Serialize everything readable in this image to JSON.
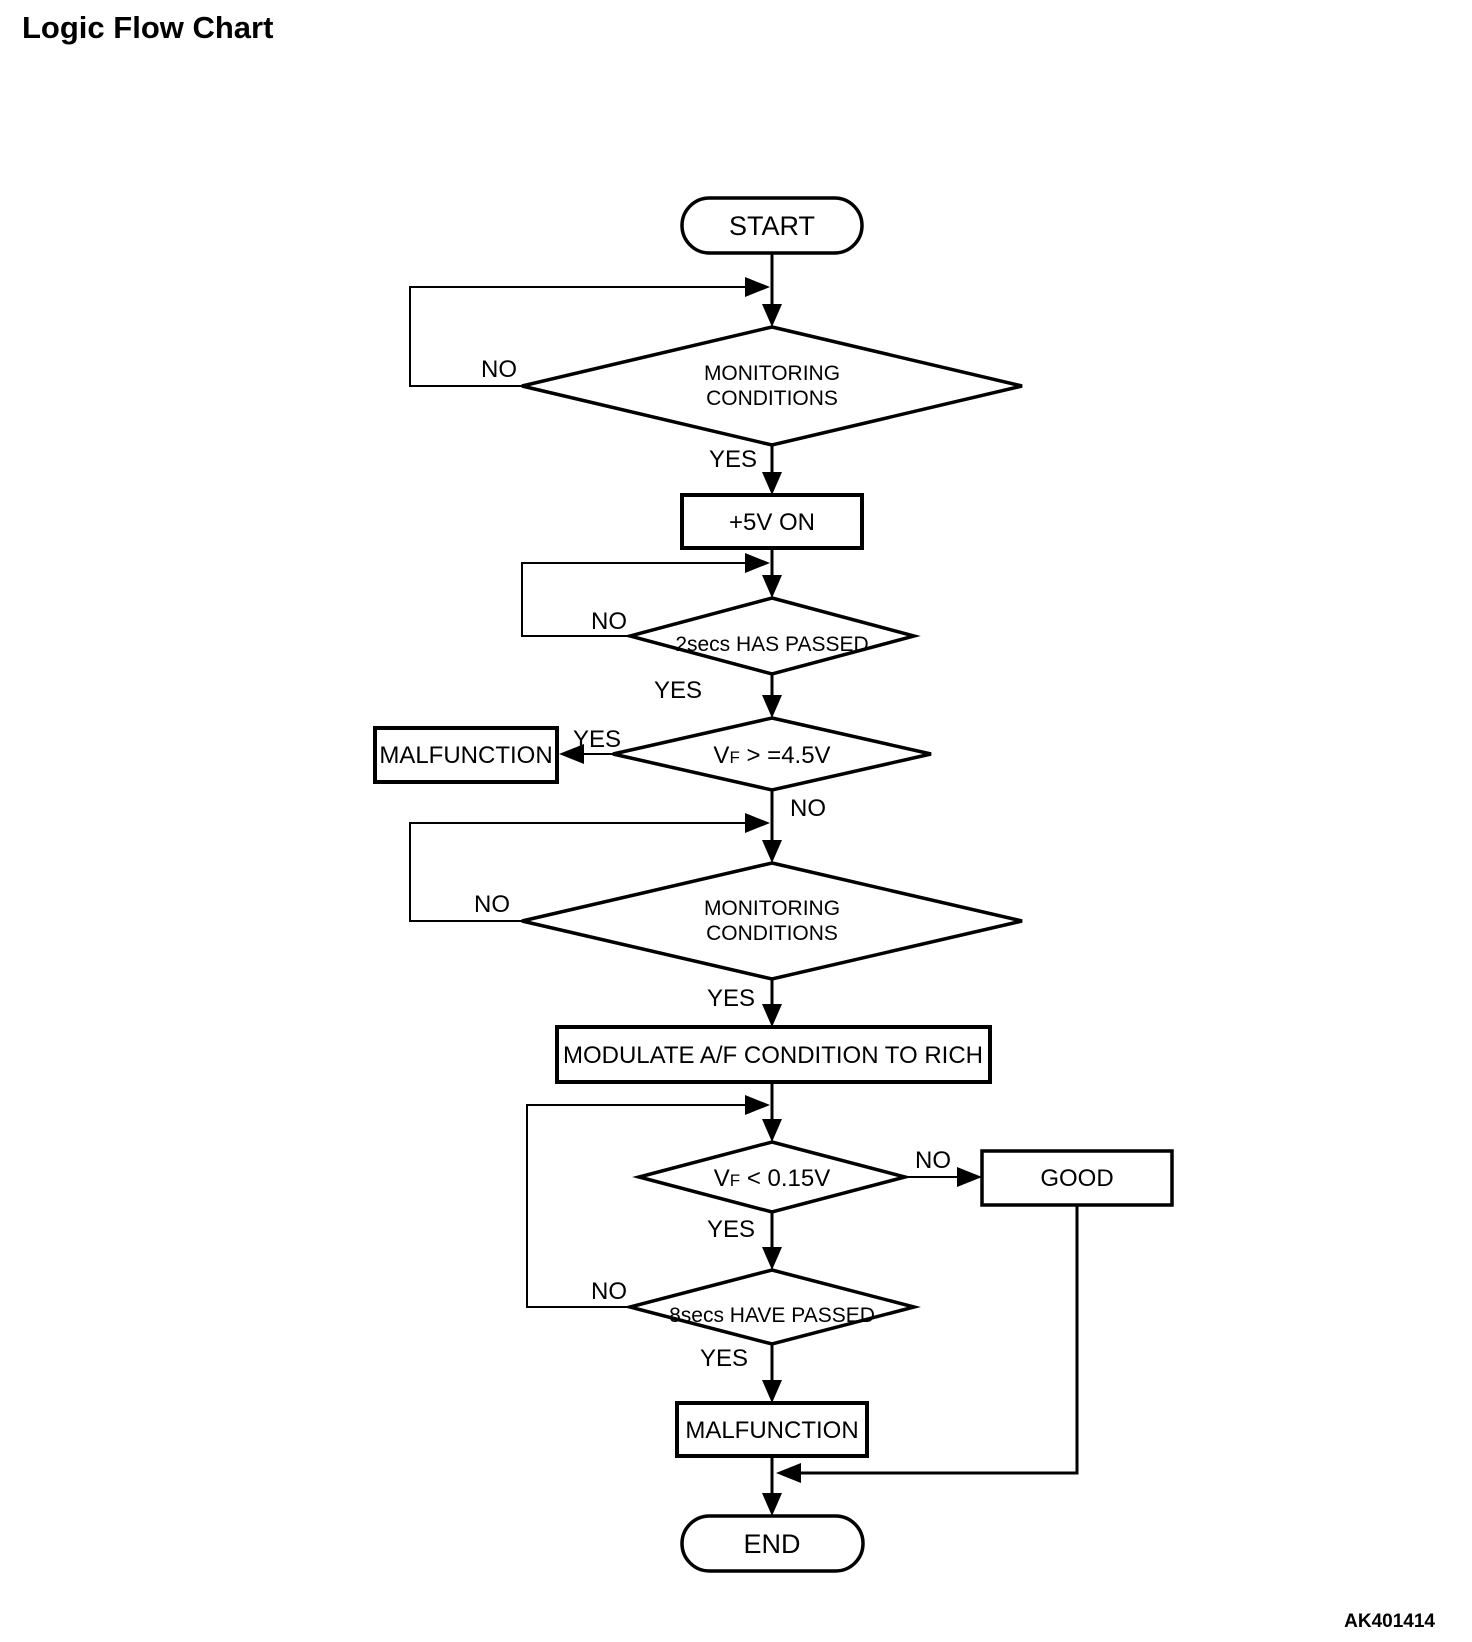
{
  "page": {
    "title": "Logic Flow Chart",
    "figure_code": "AK401414"
  },
  "labels": {
    "yes": "YES",
    "no": "NO"
  },
  "nodes": {
    "start": "START",
    "monitoring_line1": "MONITORING",
    "monitoring_line2": "CONDITIONS",
    "power_on": "+5V ON",
    "two_secs_passed": "2secs HAS PASSED",
    "vf_letter": "V",
    "vf_sub": "F",
    "vf_high_condition": " > =4.5V",
    "vf_low_condition": " < 0.15V",
    "malfunction": "MALFUNCTION",
    "modulate_af": "MODULATE A/F CONDITION TO RICH",
    "good": "GOOD",
    "eight_secs_passed": "8secs HAVE PASSED",
    "end": "END"
  }
}
